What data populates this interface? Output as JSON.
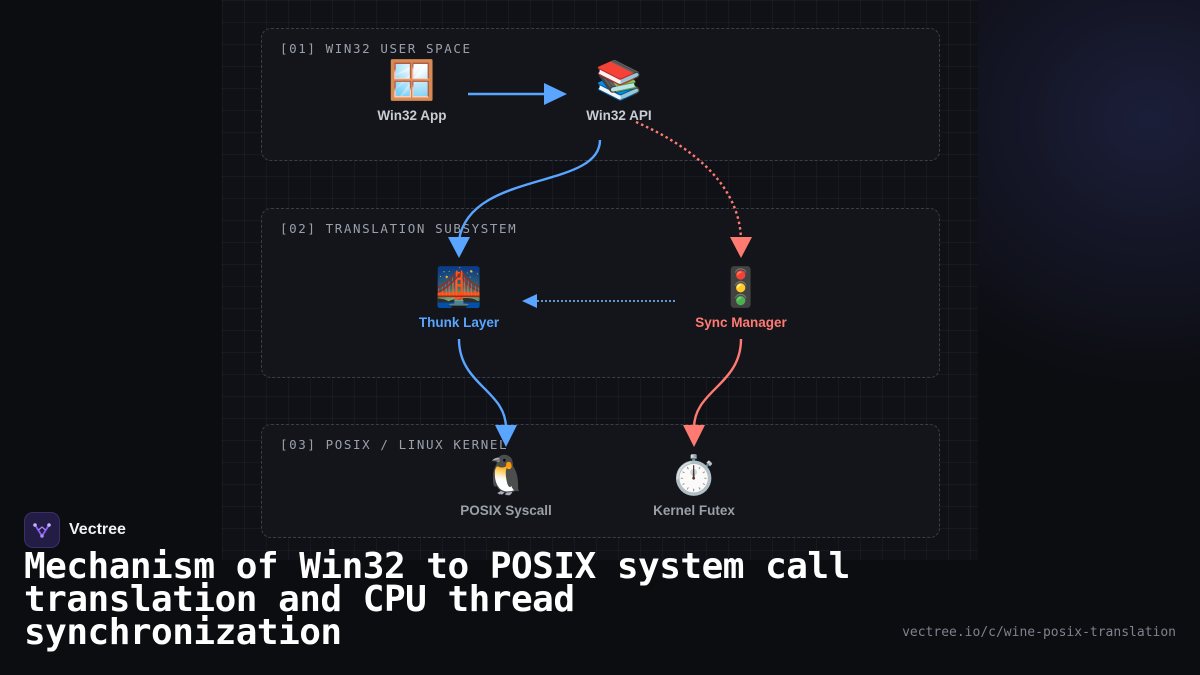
{
  "diagram": {
    "layers": [
      {
        "title": "[01] WIN32 USER SPACE"
      },
      {
        "title": "[02] TRANSLATION SUBSYSTEM"
      },
      {
        "title": "[03] POSIX / LINUX KERNEL"
      }
    ],
    "nodes": {
      "win32_app": {
        "label": "Win32 App",
        "icon": "window-icon",
        "glyph": "🪟"
      },
      "win32_api": {
        "label": "Win32 API",
        "icon": "books-icon",
        "glyph": "📚"
      },
      "thunk_layer": {
        "label": "Thunk Layer",
        "icon": "bridge-icon",
        "glyph": "🌉"
      },
      "sync_manager": {
        "label": "Sync Manager",
        "icon": "traffic-light-icon",
        "glyph": "🚦"
      },
      "posix_syscall": {
        "label": "POSIX Syscall",
        "icon": "penguin-icon",
        "glyph": "🐧"
      },
      "kernel_futex": {
        "label": "Kernel Futex",
        "icon": "stopwatch-icon",
        "glyph": "⏱️"
      }
    },
    "colors": {
      "blue": "#5aa5ff",
      "red": "#ff7b72",
      "panel_border": "#3a3e47"
    }
  },
  "brand": {
    "name": "Vectree",
    "logo_icon": "vectree-logo-icon",
    "accent": "#8b5cf6"
  },
  "headline": "Mechanism of Win32 to POSIX system call translation and CPU thread synchronization",
  "url": "vectree.io/c/wine-posix-translation"
}
